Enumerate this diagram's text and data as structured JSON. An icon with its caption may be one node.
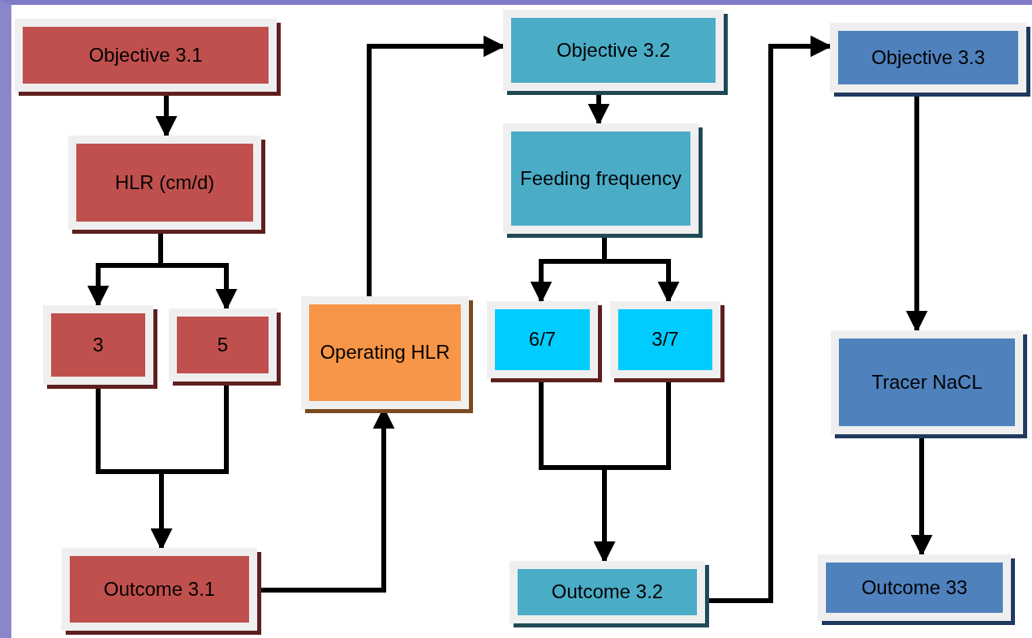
{
  "diagram": {
    "nodes": [
      {
        "text": [
          "Objective 3.1"
        ]
      },
      {
        "text": [
          "HLR (cm/d)"
        ]
      },
      {
        "text": [
          "3"
        ]
      },
      {
        "text": [
          "5"
        ]
      },
      {
        "text": [
          "Outcome 3.1"
        ]
      },
      {
        "text": [
          "Operating HLR"
        ]
      },
      {
        "text": [
          "Objective 3.2"
        ]
      },
      {
        "text": [
          "Feeding frequency"
        ]
      },
      {
        "text": [
          "6/7"
        ]
      },
      {
        "text": [
          "3/7"
        ]
      },
      {
        "text": [
          "Outcome 3.2"
        ]
      },
      {
        "text": [
          "Objective 3.3"
        ]
      },
      {
        "text": [
          "Tracer NaCL"
        ]
      },
      {
        "text": [
          "Outcome 33"
        ]
      }
    ],
    "edges": [
      {
        "from": 0,
        "to": 1,
        "arrow": "to"
      },
      {
        "from": 1,
        "to": 2,
        "arrow": "to"
      },
      {
        "from": 1,
        "to": 3,
        "arrow": "to"
      },
      {
        "from": 2,
        "to": 4,
        "arrow": "to"
      },
      {
        "from": 3,
        "to": 4,
        "arrow": "to"
      },
      {
        "from": 4,
        "to": 5,
        "arrow": "to"
      },
      {
        "from": 5,
        "to": 6,
        "arrow": "to"
      },
      {
        "from": 6,
        "to": 7,
        "arrow": "to"
      },
      {
        "from": 7,
        "to": 8,
        "arrow": "to"
      },
      {
        "from": 7,
        "to": 9,
        "arrow": "to"
      },
      {
        "from": 8,
        "to": 10,
        "arrow": "to"
      },
      {
        "from": 9,
        "to": 10,
        "arrow": "to"
      },
      {
        "from": 10,
        "to": 11,
        "arrow": "to"
      },
      {
        "from": 11,
        "to": 12,
        "arrow": "to"
      },
      {
        "from": 12,
        "to": 13,
        "arrow": "to"
      }
    ]
  }
}
